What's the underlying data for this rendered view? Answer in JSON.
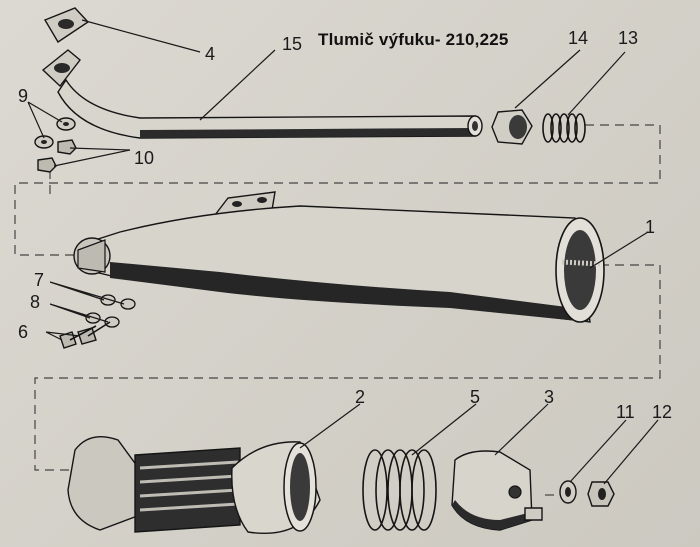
{
  "title": "Tlumič výfuku- 210,225",
  "callouts": {
    "c1": "1",
    "c2": "2",
    "c3": "3",
    "c4": "4",
    "c5": "5",
    "c6": "6",
    "c7": "7",
    "c8": "8",
    "c9": "9",
    "c10": "10",
    "c11": "11",
    "c12": "12",
    "c13": "13",
    "c14": "14",
    "c15": "15"
  }
}
